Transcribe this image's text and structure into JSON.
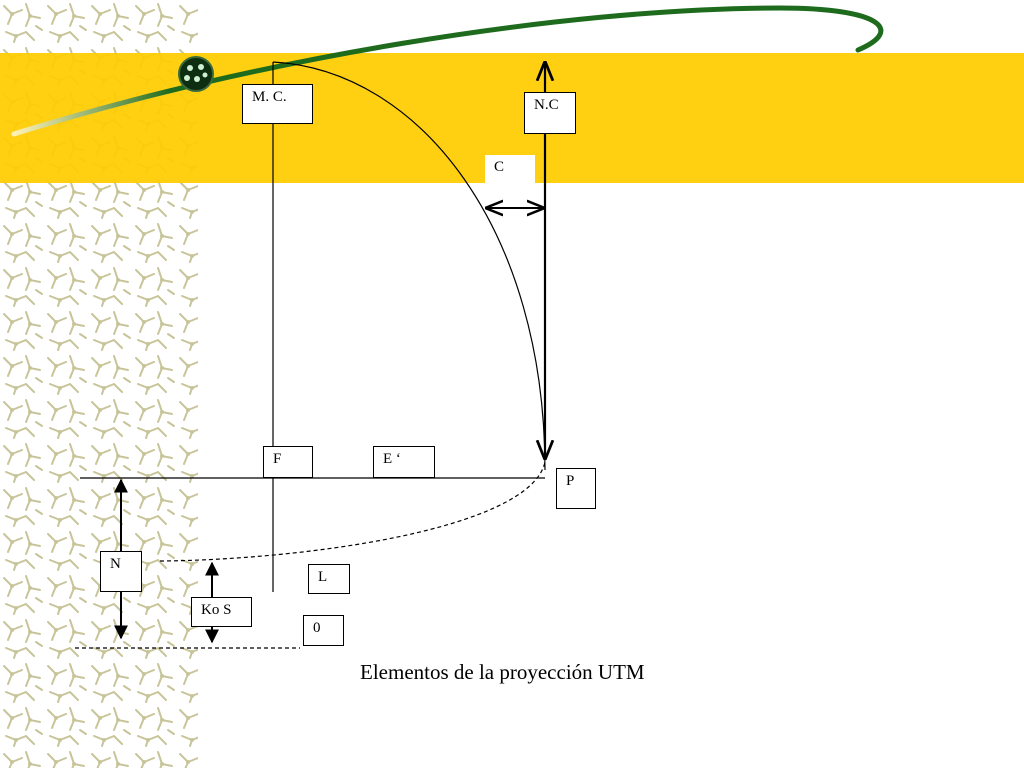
{
  "labels": {
    "mc": "M. C.",
    "nc": "N.C",
    "c": "C",
    "f": "F",
    "e": "E ‘",
    "p": "P",
    "n": "N",
    "l": "L",
    "kos": "Ko S",
    "zero": "0"
  },
  "caption": "Elementos de la proyección UTM",
  "colors": {
    "band": "#FFCC00",
    "pattern": "#C8C49A",
    "swoosh": "#1E6B1E",
    "line": "#000000"
  }
}
